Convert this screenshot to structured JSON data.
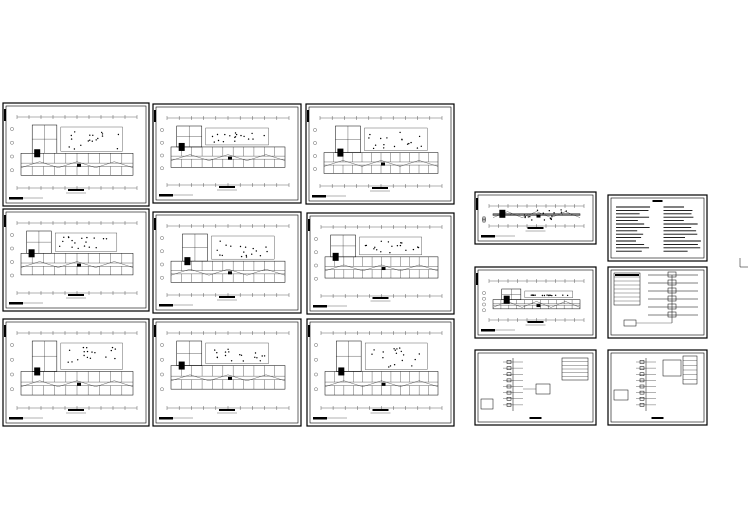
{
  "drawing_set": {
    "description_visible_text": "",
    "sheet_count": 15,
    "sheets": [
      {
        "id": "s1",
        "kind": "floor-plan"
      },
      {
        "id": "s2",
        "kind": "floor-plan"
      },
      {
        "id": "s3",
        "kind": "floor-plan"
      },
      {
        "id": "s4",
        "kind": "floor-plan"
      },
      {
        "id": "s5",
        "kind": "floor-plan"
      },
      {
        "id": "s6",
        "kind": "floor-plan"
      },
      {
        "id": "s7",
        "kind": "floor-plan"
      },
      {
        "id": "s8",
        "kind": "floor-plan"
      },
      {
        "id": "s9",
        "kind": "floor-plan"
      },
      {
        "id": "s10",
        "kind": "floor-plan"
      },
      {
        "id": "s11",
        "kind": "floor-plan"
      },
      {
        "id": "s12",
        "kind": "notes"
      },
      {
        "id": "s13",
        "kind": "riser-diagram"
      },
      {
        "id": "s14",
        "kind": "system-diagram"
      },
      {
        "id": "s15",
        "kind": "system-diagram"
      }
    ]
  },
  "colors": {
    "line": "#000000",
    "paper": "#ffffff"
  }
}
